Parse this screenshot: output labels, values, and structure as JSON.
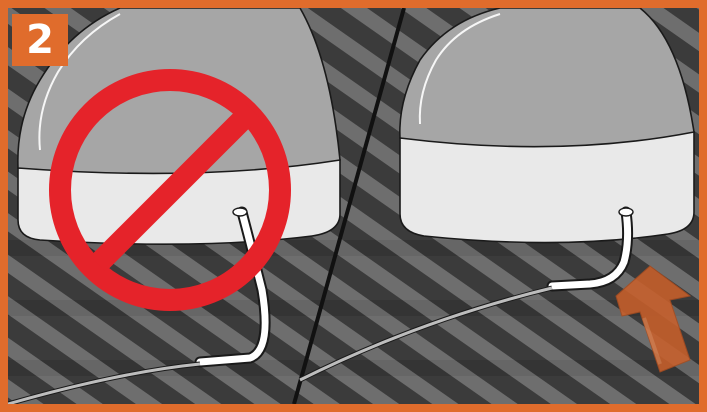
{
  "step": {
    "number": "2"
  },
  "colors": {
    "frame": "#e06c2c",
    "grate_dark": "#3a3a3a",
    "grate_light": "#6e6e6e",
    "foot_top": "#a6a6a6",
    "foot_band": "#e9e9e9",
    "prohibition": "#e5232a",
    "arrow": "#c9602b"
  },
  "panels": [
    {
      "name": "incorrect",
      "icon": "prohibition-icon"
    },
    {
      "name": "correct",
      "icon": "up-arrow-icon"
    }
  ]
}
